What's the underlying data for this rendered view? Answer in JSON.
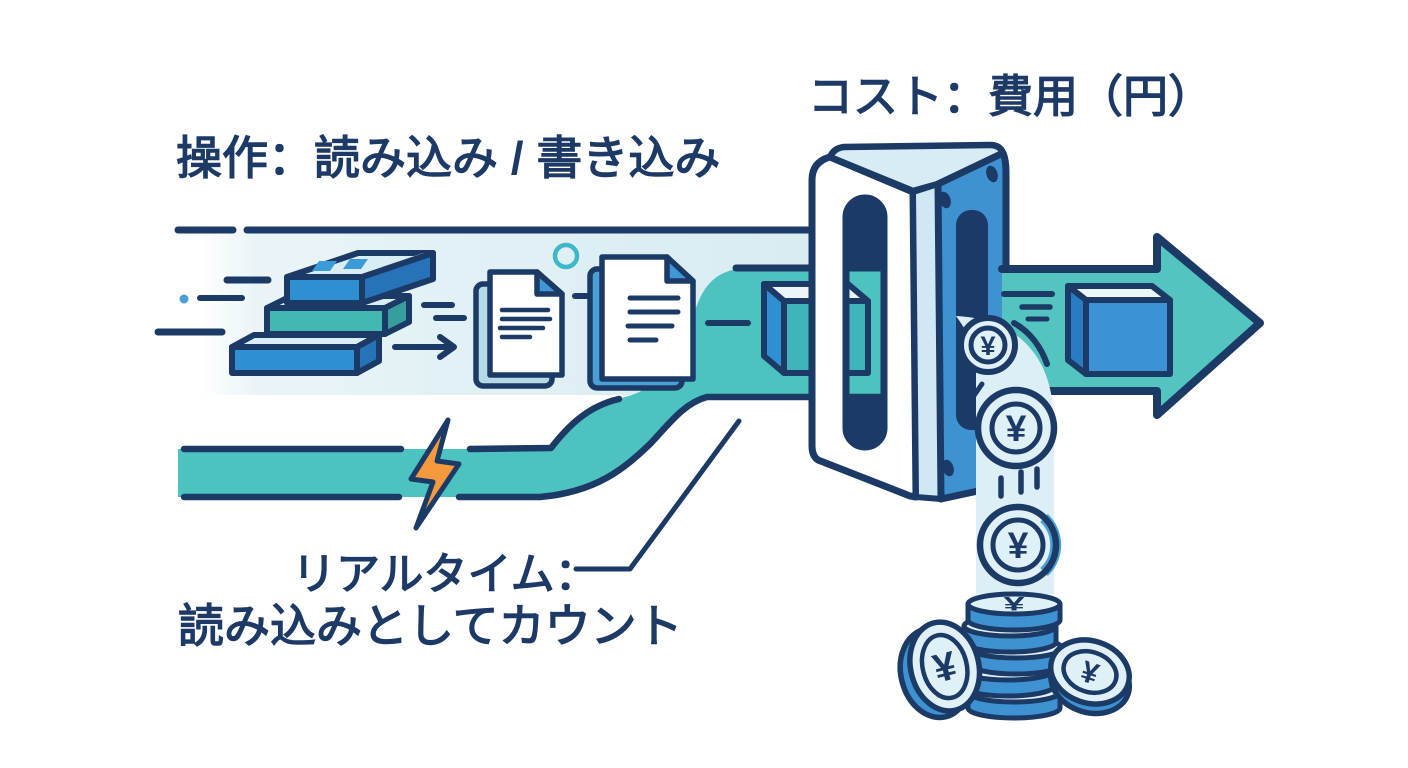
{
  "labels": {
    "operation": "操作：読み込み / 書き込み",
    "cost": "コスト：費用（円）",
    "realtime_line1": "リアルタイム：",
    "realtime_line2": "読み込みとしてカウント"
  },
  "coin_symbol": "¥",
  "icons": [
    "data-blocks-stack-icon",
    "document-icon",
    "data-cube-icon",
    "processing-machine-icon",
    "output-arrow-icon",
    "yen-coin-icon",
    "coin-stack-icon",
    "lightning-bolt-icon"
  ],
  "colors": {
    "outline_navy": "#1b3a66",
    "text_navy": "#1d3a66",
    "flow_teal": "#4cc3c0",
    "arrow_teal": "#53c4c0",
    "block_blue": "#2f8fd2",
    "block_blue_dark": "#2673b8",
    "block_teal": "#43b7b2",
    "block_teal_dark": "#379e9e",
    "block_top_light": "#d8edf4",
    "port_blue": "#3b9bd6",
    "doc_back_light": "#b6d9e6",
    "doc_back_blue": "#4aa0d4",
    "doc_fold_blue": "#3f97d8",
    "doc_line_blue": "#4aa0d8",
    "cube_teal": "#3fb4bc",
    "cube_top_light": "#eaf6f8",
    "cube_blue": "#3b92d4",
    "cube_blue_dark": "#2a7cc2",
    "machine_blue": "#3e92d2",
    "machine_top_light": "#d8ecf5",
    "machine_stripe": "#cfe8f3",
    "ribbon_light": "#dceef6",
    "coin_face": "#dff0f7",
    "coin_rim_blue": "#3e92d2",
    "bolt_orange": "#f59a3c",
    "deco_teal": "#3cb8c8",
    "dot_blue": "#4aa0d4"
  }
}
